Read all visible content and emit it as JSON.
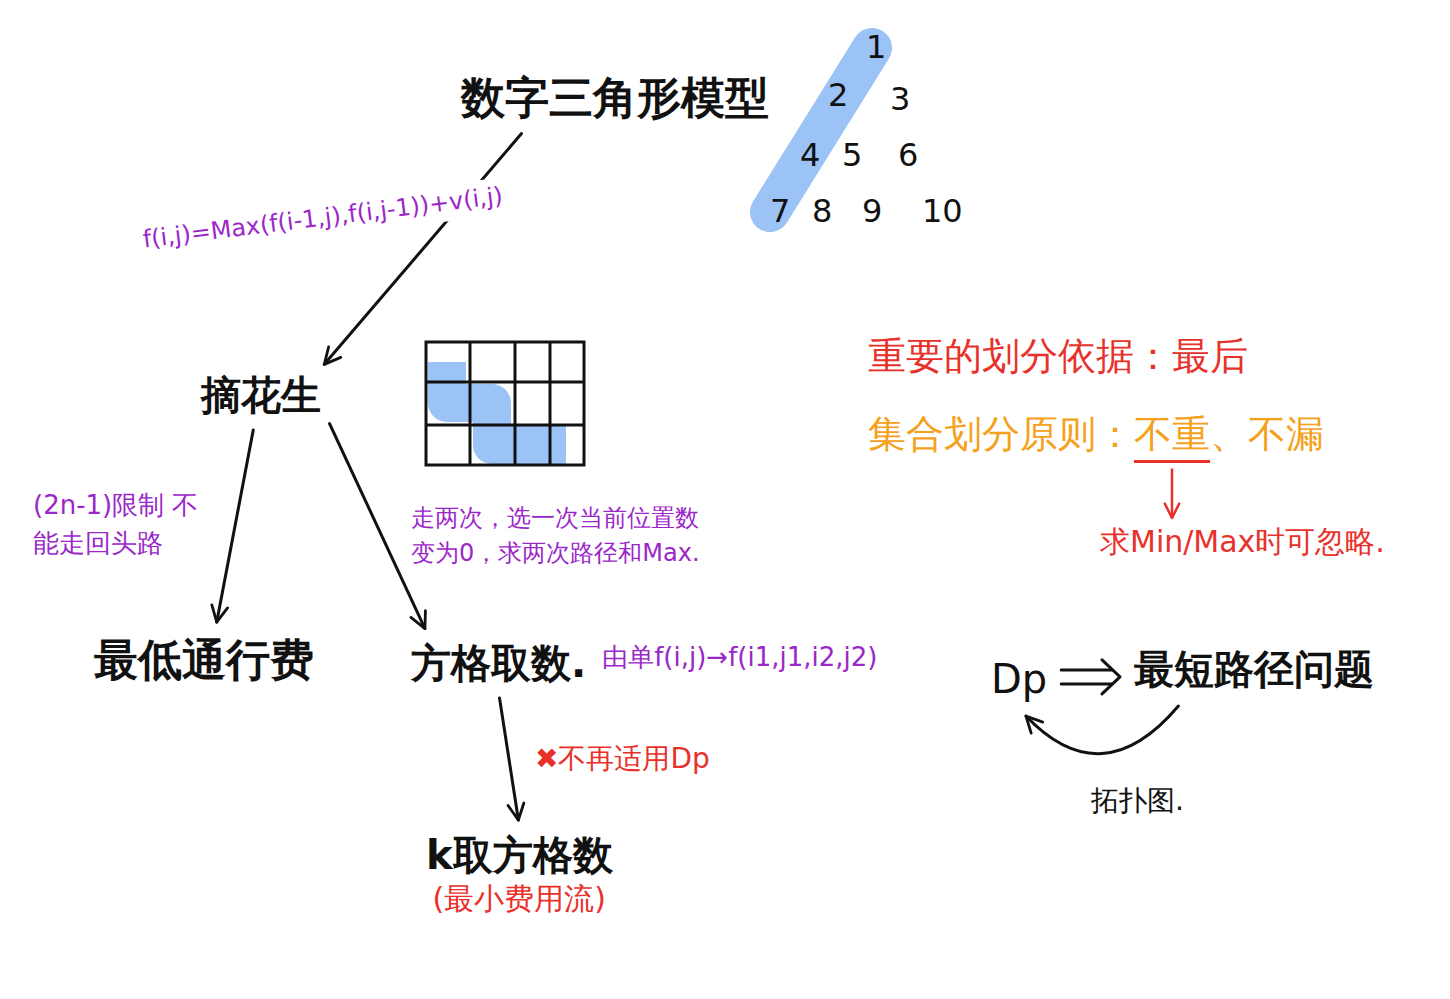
{
  "diagram": {
    "nodes": [
      {
        "text": [
          "数字三角形模型"
        ]
      },
      {
        "text": [
          "摘花生"
        ]
      },
      {
        "text": [
          "最低通行费"
        ]
      },
      {
        "text": [
          "方格取数."
        ]
      },
      {
        "text": [
          "k取方格数",
          "(最小费用流)"
        ]
      },
      {
        "text": [
          "Dp"
        ]
      },
      {
        "text": [
          "最短路径问题"
        ]
      }
    ],
    "edges": [
      {
        "from": 0,
        "to": 1,
        "arrow": "to",
        "label": "f(i,j)=Max(f(i-1,j),f(i,j-1))+v(i,j)"
      },
      {
        "from": 1,
        "to": 2,
        "arrow": "to",
        "label": "(2n-1)限制 不能走回头路"
      },
      {
        "from": 1,
        "to": 3,
        "arrow": "to",
        "label": "走两次，选一次当前位置数变为0，求两次路径和Max."
      },
      {
        "from": 3,
        "to": 4,
        "arrow": "to",
        "label": "✖不再适用Dp"
      },
      {
        "from": 5,
        "to": 6,
        "arrow": "to"
      },
      {
        "from": 6,
        "to": 5,
        "arrow": "to",
        "label": "拓扑图."
      }
    ],
    "labels": [
      "1",
      "2",
      "3",
      "4",
      "5",
      "6",
      "7",
      "8",
      "9",
      "10",
      "重要的划分依据：最后",
      "集合划分原则：",
      "不重",
      "、不漏",
      "求Min/Max时可忽略.",
      "由单f(i,j)→f(i1,j1,i2,j2)"
    ]
  }
}
